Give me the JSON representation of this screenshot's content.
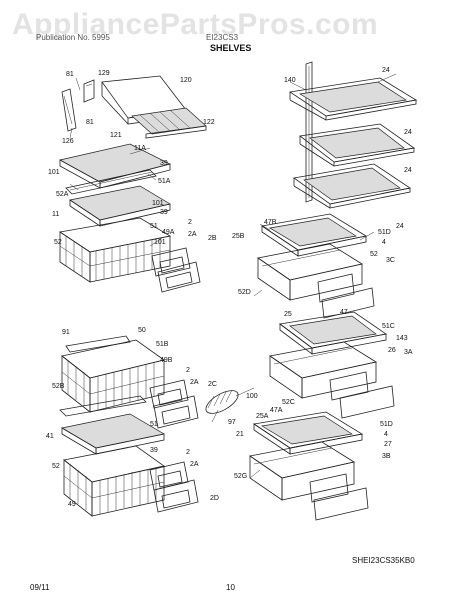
{
  "watermark": "AppliancePartsPros.com",
  "header": {
    "left_text": "Publication No. 5995",
    "mid_text": "EI23CS3",
    "title": "SHELVES"
  },
  "footer": {
    "date": "09/11",
    "page": "10",
    "part_code": "SHEI23CS35KB0"
  },
  "callouts": {
    "c81a": "81",
    "c129": "129",
    "c120": "120",
    "c81b": "81",
    "c126": "126",
    "c121": "121",
    "c122": "122",
    "c11A": "11A",
    "c39a": "39",
    "c51A": "51A",
    "c101a": "101",
    "c52A": "52A",
    "c101b": "101",
    "c39b": "39",
    "c11": "11",
    "c51": "51",
    "c101c": "101",
    "c52": "52",
    "c49A": "49A",
    "c2a": "2",
    "c2A": "2A",
    "c2B": "2B",
    "c140": "140",
    "c24a": "24",
    "c24b": "24",
    "c24c": "24",
    "c24d": "24",
    "c47B": "47B",
    "c25B": "25B",
    "c51D": "51D",
    "c4": "4",
    "c52b": "52",
    "c3C": "3C",
    "c52D": "52D",
    "c91": "91",
    "c50": "50",
    "c51B": "51B",
    "c49B": "49B",
    "c52B": "52B",
    "c2b": "2",
    "c2Ab": "2A",
    "c2C": "2C",
    "c41": "41",
    "c51b": "51",
    "c39c": "39",
    "c52c": "52",
    "c49": "49",
    "c2c": "2",
    "c2Ac": "2A",
    "c2D": "2D",
    "c25": "25",
    "c47": "47",
    "c51C": "51C",
    "c143": "143",
    "c26": "26",
    "c3A": "3A",
    "c100": "100",
    "c52C": "52C",
    "c25A": "25A",
    "c47A": "47A",
    "c97": "97",
    "c21": "21",
    "c51Db": "51D",
    "c4b": "4",
    "c27": "27",
    "c3B": "3B",
    "c52G": "52G"
  }
}
